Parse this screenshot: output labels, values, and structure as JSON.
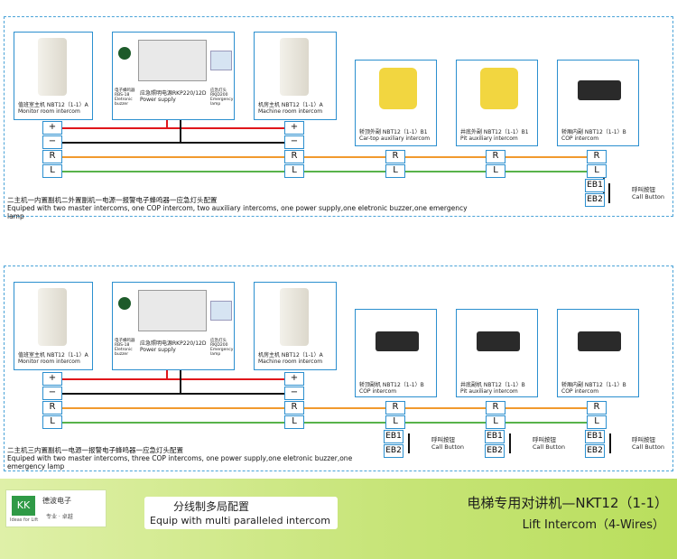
{
  "top": {
    "caption_cn": "二主机一内置副机二外置副机一电源一报警电子蜂鸣器一应急灯头配置",
    "caption_en": "Equiped with two  master intercoms, one COP intercom, two auxiliary intercoms, one power supply,one eletronic buzzer,one emergency lamp",
    "devices": [
      {
        "cn": "值班室主机 NBT12（1-1）A",
        "en": "Monitor room intercom"
      },
      {
        "cn": "应急照明电源RKP220/12D",
        "en": "Power supply"
      },
      {
        "cn": "机房主机 NBT12（1-1）A",
        "en": "Machine room intercom"
      },
      {
        "cn": "轿顶外副 NBT12（1-1）B1",
        "en": "Car-top auxiliary intercom"
      },
      {
        "cn": "井底外副 NBT12（1-1）B1",
        "en": "Pit auxiliary intercom"
      },
      {
        "cn": "轿厢内副 NBT12（1-1）B",
        "en": "COP intercom"
      }
    ]
  },
  "bottom": {
    "caption_cn": "二主机三内置副机一电源一报警电子蜂鸣器一应急灯头配置",
    "caption_en": "Equiped with two  master intercoms, three COP intercoms, one power supply,one eletronic buzzer,one emergency lamp",
    "devices": [
      {
        "cn": "值班室主机 NBT12（1-1）A",
        "en": "Monitor room intercom"
      },
      {
        "cn": "应急照明电源RKP220/12D",
        "en": "Power supply"
      },
      {
        "cn": "机房主机 NBT12（1-1）A",
        "en": "Machine room intercom"
      },
      {
        "cn": "轿顶副机 NBT12（1-1）B",
        "en": "COP intercom"
      },
      {
        "cn": "井底副机 NBT12（1-1）B",
        "en": "Pit auxiliary intercom"
      },
      {
        "cn": "轿厢内副 NBT12（1-1）B",
        "en": "COP intercom"
      }
    ]
  },
  "buzzer_cn": "电子蜂鸣器",
  "buzzer_en": "RBS-18 Eletronic buzzer",
  "lamp_cn": "应急灯头",
  "lamp_en": "RKJD200 Emergency lamp",
  "terminals": {
    "plus": "+",
    "minus": "−",
    "r": "R",
    "l": "L"
  },
  "eb1": "EB1",
  "eb2": "EB2",
  "call_cn": "呼叫按钮",
  "call_en": "Call Button",
  "footer": {
    "logo_cn": "德波电子",
    "logo_sub": "Ideas for Lift",
    "logo_tag": "专业 · 卓越",
    "mid_cn": "分线制多局配置",
    "mid_en": "Equip with multi paralleled intercom",
    "title_cn": "电梯专用对讲机—NKT12（1-1）",
    "title_en": "Lift Intercom（4-Wires）"
  },
  "colors": {
    "red": "#e0161b",
    "black": "#111111",
    "orange": "#f19a2e",
    "green": "#58b34a",
    "blue": "#2b8fcf"
  }
}
